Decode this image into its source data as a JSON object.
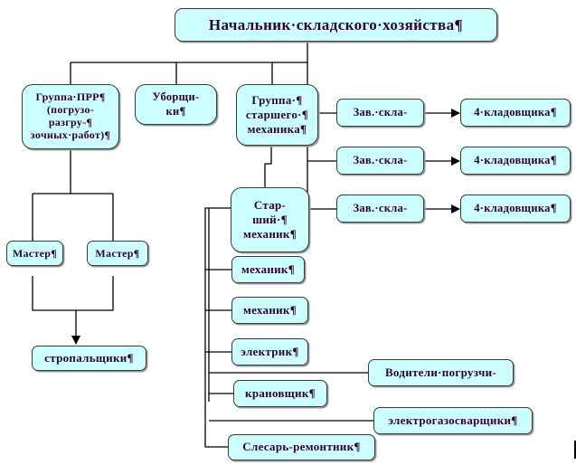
{
  "diagram": {
    "type": "org-chart",
    "root": {
      "id": "head",
      "label": "Начальник·складского·хозяйства¶"
    },
    "nodes": [
      {
        "id": "prr",
        "label": "Группа·ПРР¶\n(погрузо-\nразгру-¶\nзочных·работ)¶"
      },
      {
        "id": "cleaners",
        "label": "Уборщи-\nки¶"
      },
      {
        "id": "chief_mech_group",
        "label": "Группа·¶\nстаршего·¶\nмеханика¶"
      },
      {
        "id": "wh1",
        "label": "Зав.·скла-"
      },
      {
        "id": "wh2",
        "label": "Зав.·скла-"
      },
      {
        "id": "wh3",
        "label": "Зав.·скла-"
      },
      {
        "id": "keep1",
        "label": "4·кладовщика¶"
      },
      {
        "id": "keep2",
        "label": "4·кладовщика¶"
      },
      {
        "id": "keep3",
        "label": "4·кладовщика¶"
      },
      {
        "id": "master1",
        "label": "Мастер¶"
      },
      {
        "id": "master2",
        "label": "Мастер¶"
      },
      {
        "id": "slingers",
        "label": "стропальщики¶"
      },
      {
        "id": "senior_mech",
        "label": "Стар-\nший·¶\nмеханик¶"
      },
      {
        "id": "mech1",
        "label": "механик¶"
      },
      {
        "id": "mech2",
        "label": "механик¶"
      },
      {
        "id": "electrician",
        "label": "электрик¶"
      },
      {
        "id": "forklift",
        "label": "Водители·погрузчи-"
      },
      {
        "id": "crane",
        "label": "крановщик¶"
      },
      {
        "id": "welders",
        "label": "электрогазосварщики¶"
      },
      {
        "id": "fitter",
        "label": "Слесарь-ремонтник¶"
      }
    ],
    "edges": [
      {
        "from": "head",
        "to": "prr"
      },
      {
        "from": "head",
        "to": "cleaners"
      },
      {
        "from": "head",
        "to": "chief_mech_group"
      },
      {
        "from": "head",
        "to": "wh1"
      },
      {
        "from": "head",
        "to": "wh2"
      },
      {
        "from": "head",
        "to": "wh3"
      },
      {
        "from": "wh1",
        "to": "keep1",
        "arrow": true
      },
      {
        "from": "wh2",
        "to": "keep2",
        "arrow": true
      },
      {
        "from": "wh3",
        "to": "keep3",
        "arrow": true
      },
      {
        "from": "prr",
        "to": "master1"
      },
      {
        "from": "prr",
        "to": "master2"
      },
      {
        "from": "master1",
        "to": "slingers",
        "arrow": true
      },
      {
        "from": "master2",
        "to": "slingers",
        "arrow": true
      },
      {
        "from": "chief_mech_group",
        "to": "senior_mech"
      },
      {
        "from": "senior_mech",
        "to": "mech1"
      },
      {
        "from": "senior_mech",
        "to": "mech2"
      },
      {
        "from": "senior_mech",
        "to": "electrician"
      },
      {
        "from": "senior_mech",
        "to": "forklift"
      },
      {
        "from": "senior_mech",
        "to": "crane"
      },
      {
        "from": "senior_mech",
        "to": "welders"
      },
      {
        "from": "senior_mech",
        "to": "fitter"
      }
    ],
    "colors": {
      "fill": "#ccffff",
      "border": "#3a3a3a",
      "text": "#330033",
      "line": "#000000"
    }
  }
}
